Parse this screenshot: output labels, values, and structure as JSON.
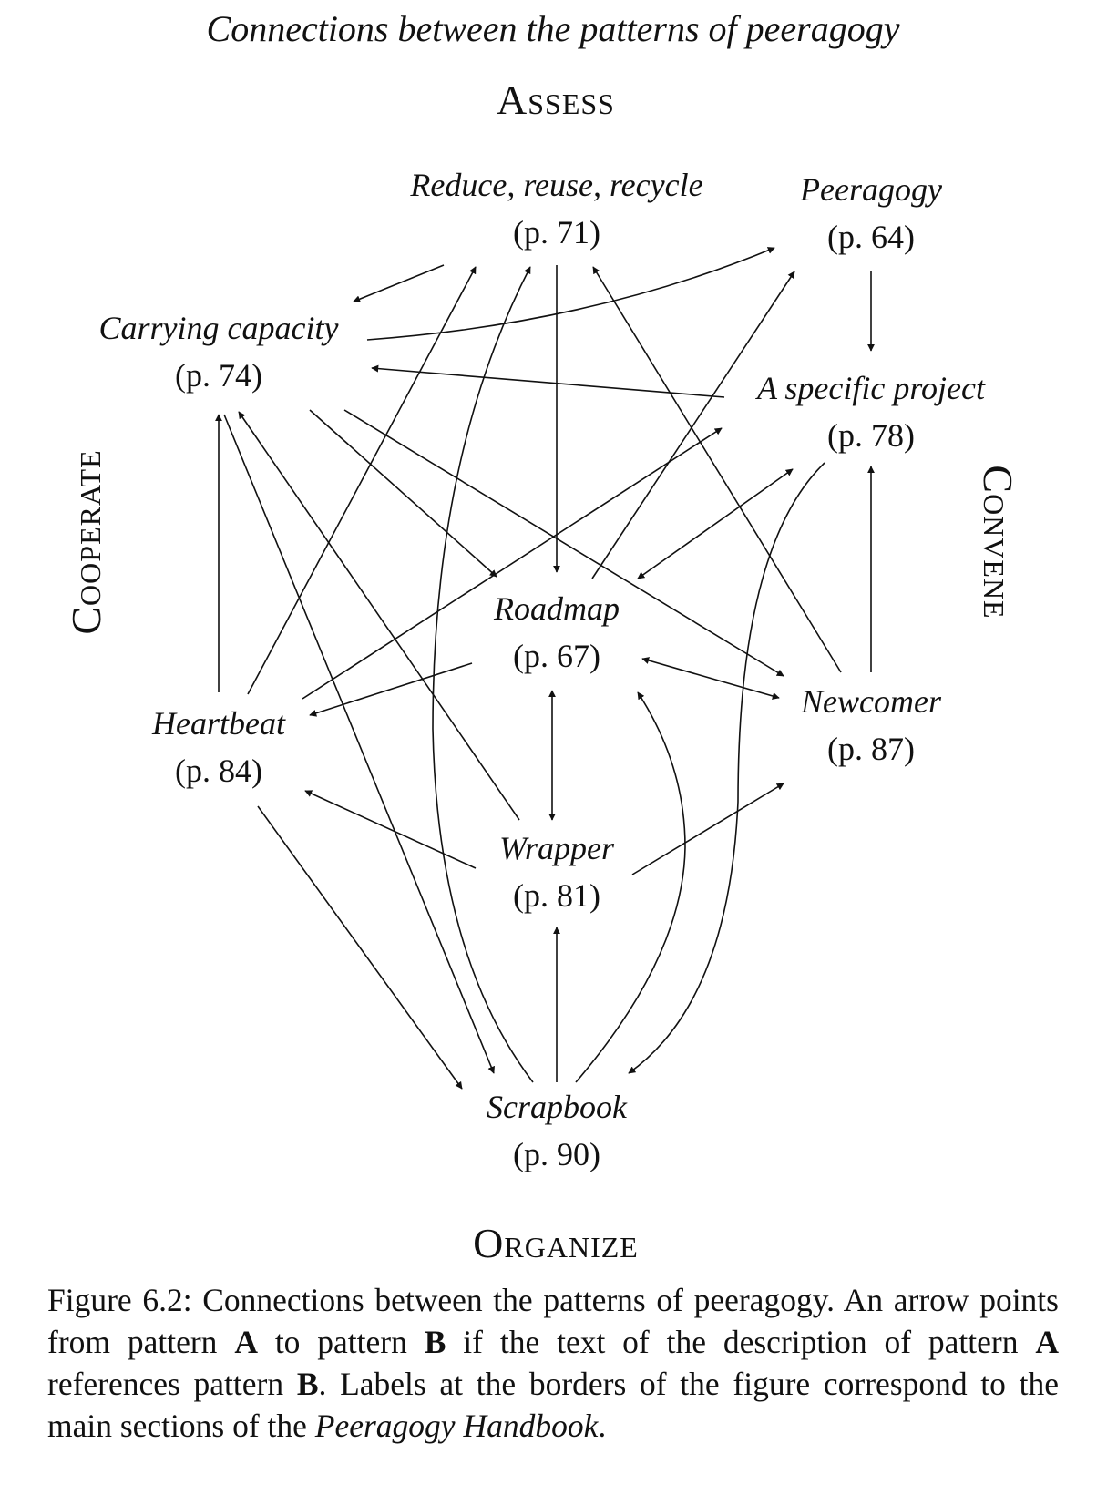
{
  "figure": {
    "title": "Connections between the patterns of peeragogy",
    "sections": {
      "top": "Assess",
      "left": "Cooperate",
      "right": "Convene",
      "bottom": "Organize"
    },
    "nodes": {
      "reduce": {
        "name": "Reduce, reuse, recycle",
        "page": "(p. 71)"
      },
      "peeragogy": {
        "name": "Peeragogy",
        "page": "(p. 64)"
      },
      "carrying": {
        "name": "Carrying capacity",
        "page": "(p. 74)"
      },
      "specific": {
        "name": "A specific project",
        "page": "(p. 78)"
      },
      "roadmap": {
        "name": "Roadmap",
        "page": "(p. 67)"
      },
      "heartbeat": {
        "name": "Heartbeat",
        "page": "(p. 84)"
      },
      "newcomer": {
        "name": "Newcomer",
        "page": "(p. 87)"
      },
      "wrapper": {
        "name": "Wrapper",
        "page": "(p. 81)"
      },
      "scrapbook": {
        "name": "Scrapbook",
        "page": "(p. 90)"
      }
    },
    "edges": [
      {
        "from": "reduce",
        "to": "carrying"
      },
      {
        "from": "reduce",
        "to": "roadmap"
      },
      {
        "from": "carrying",
        "to": "peeragogy"
      },
      {
        "from": "carrying",
        "to": "roadmap"
      },
      {
        "from": "carrying",
        "to": "newcomer"
      },
      {
        "from": "carrying",
        "to": "scrapbook"
      },
      {
        "from": "specific",
        "to": "carrying"
      },
      {
        "from": "specific",
        "to": "scrapbook"
      },
      {
        "from": "peeragogy",
        "to": "specific"
      },
      {
        "from": "roadmap",
        "to": "peeragogy"
      },
      {
        "from": "roadmap",
        "to": "heartbeat"
      },
      {
        "from": "roadmap",
        "to": "specific",
        "bidirectional": true
      },
      {
        "from": "roadmap",
        "to": "newcomer",
        "bidirectional": true
      },
      {
        "from": "roadmap",
        "to": "wrapper",
        "bidirectional": true
      },
      {
        "from": "heartbeat",
        "to": "carrying"
      },
      {
        "from": "heartbeat",
        "to": "reduce"
      },
      {
        "from": "heartbeat",
        "to": "specific"
      },
      {
        "from": "heartbeat",
        "to": "scrapbook"
      },
      {
        "from": "newcomer",
        "to": "reduce"
      },
      {
        "from": "newcomer",
        "to": "specific"
      },
      {
        "from": "wrapper",
        "to": "heartbeat"
      },
      {
        "from": "wrapper",
        "to": "newcomer"
      },
      {
        "from": "wrapper",
        "to": "carrying"
      },
      {
        "from": "scrapbook",
        "to": "wrapper"
      },
      {
        "from": "scrapbook",
        "to": "reduce"
      },
      {
        "from": "scrapbook",
        "to": "roadmap"
      }
    ]
  },
  "caption": {
    "prefix": "Figure 6.2: Connections between the patterns of peeragogy. An arrow points from pattern ",
    "a1": "A",
    "mid1": " to pattern ",
    "b1": "B",
    "mid2": " if the text of the description of pattern ",
    "a2": "A",
    "mid3": " references pattern ",
    "b2": "B",
    "mid4": ". Labels at the borders of the figure correspond to the main sections of the ",
    "book": "Peeragogy Handbook",
    "suffix": "."
  }
}
